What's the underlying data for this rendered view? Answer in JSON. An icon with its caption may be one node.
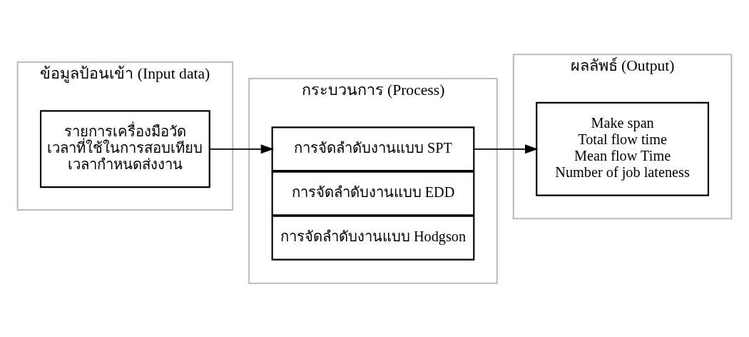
{
  "diagram": {
    "nodes": [
      {
        "text": [
          "ข้อมูลป้อนเข้า (Input data)"
        ]
      },
      {
        "text": [
          "กระบวนการ (Process)"
        ]
      },
      {
        "text": [
          "ผลลัพธ์ (Output)"
        ]
      },
      {
        "text": [
          "รายการเครื่องมือวัด",
          "เวลาที่ใช้ในการสอบเทียบ",
          "เวลากำหนดส่งงาน"
        ],
        "in": 0
      },
      {
        "text": [
          "การจัดลำดับงานแบบ SPT"
        ],
        "in": 1
      },
      {
        "text": [
          "การจัดลำดับงานแบบ EDD"
        ],
        "in": 1
      },
      {
        "text": [
          "การจัดลำดับงานแบบ Hodgson"
        ],
        "in": 1
      },
      {
        "text": [
          "Make span",
          "Total flow time",
          "Mean flow Time",
          "Number of job lateness"
        ],
        "in": 2
      }
    ],
    "edges": [
      {
        "from": 3,
        "to": 4,
        "arrow": "to"
      },
      {
        "from": 4,
        "to": 7,
        "arrow": "to"
      }
    ]
  }
}
